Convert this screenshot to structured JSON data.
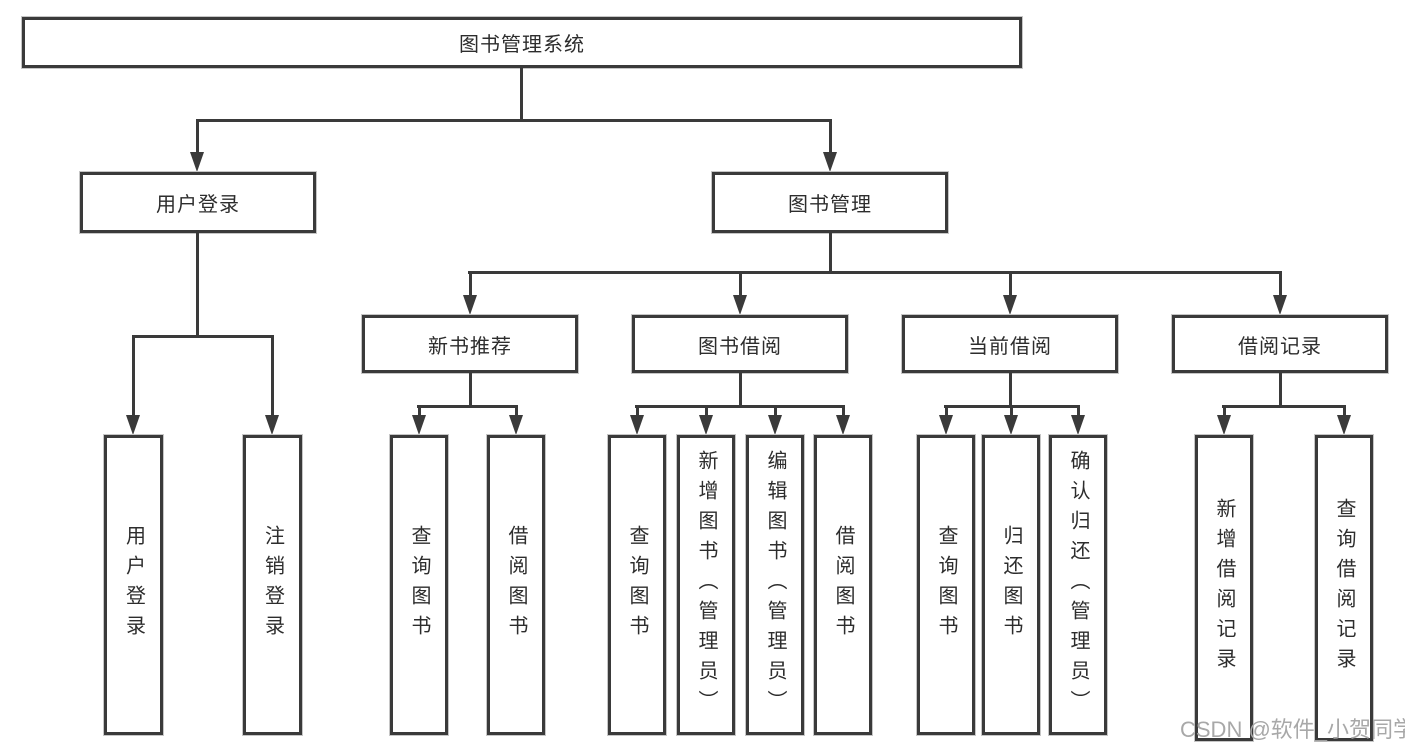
{
  "nodes": {
    "root": "图书管理系统",
    "user_login": "用户登录",
    "book_mgmt": "图书管理",
    "new_books": "新书推荐",
    "book_borrow": "图书借阅",
    "current_borrow": "当前借阅",
    "borrow_records": "借阅记录"
  },
  "leaves": {
    "user_login": [
      "用户登录",
      "注销登录"
    ],
    "new_books": [
      "查询图书",
      "借阅图书"
    ],
    "book_borrow": [
      "查询图书",
      "新增图书（管理员）",
      "编辑图书（管理员）",
      "借阅图书"
    ],
    "current_borrow": [
      "查询图书",
      "归还图书",
      "确认归还（管理员）"
    ],
    "borrow_records": [
      "新增借阅记录",
      "查询借阅记录"
    ]
  },
  "watermark": "CSDN @软件_小贺同学",
  "colors": {
    "line": "#3a3a3a",
    "text": "#2d2d2d",
    "watermark": "#a8a8a8",
    "background": "#ffffff"
  }
}
